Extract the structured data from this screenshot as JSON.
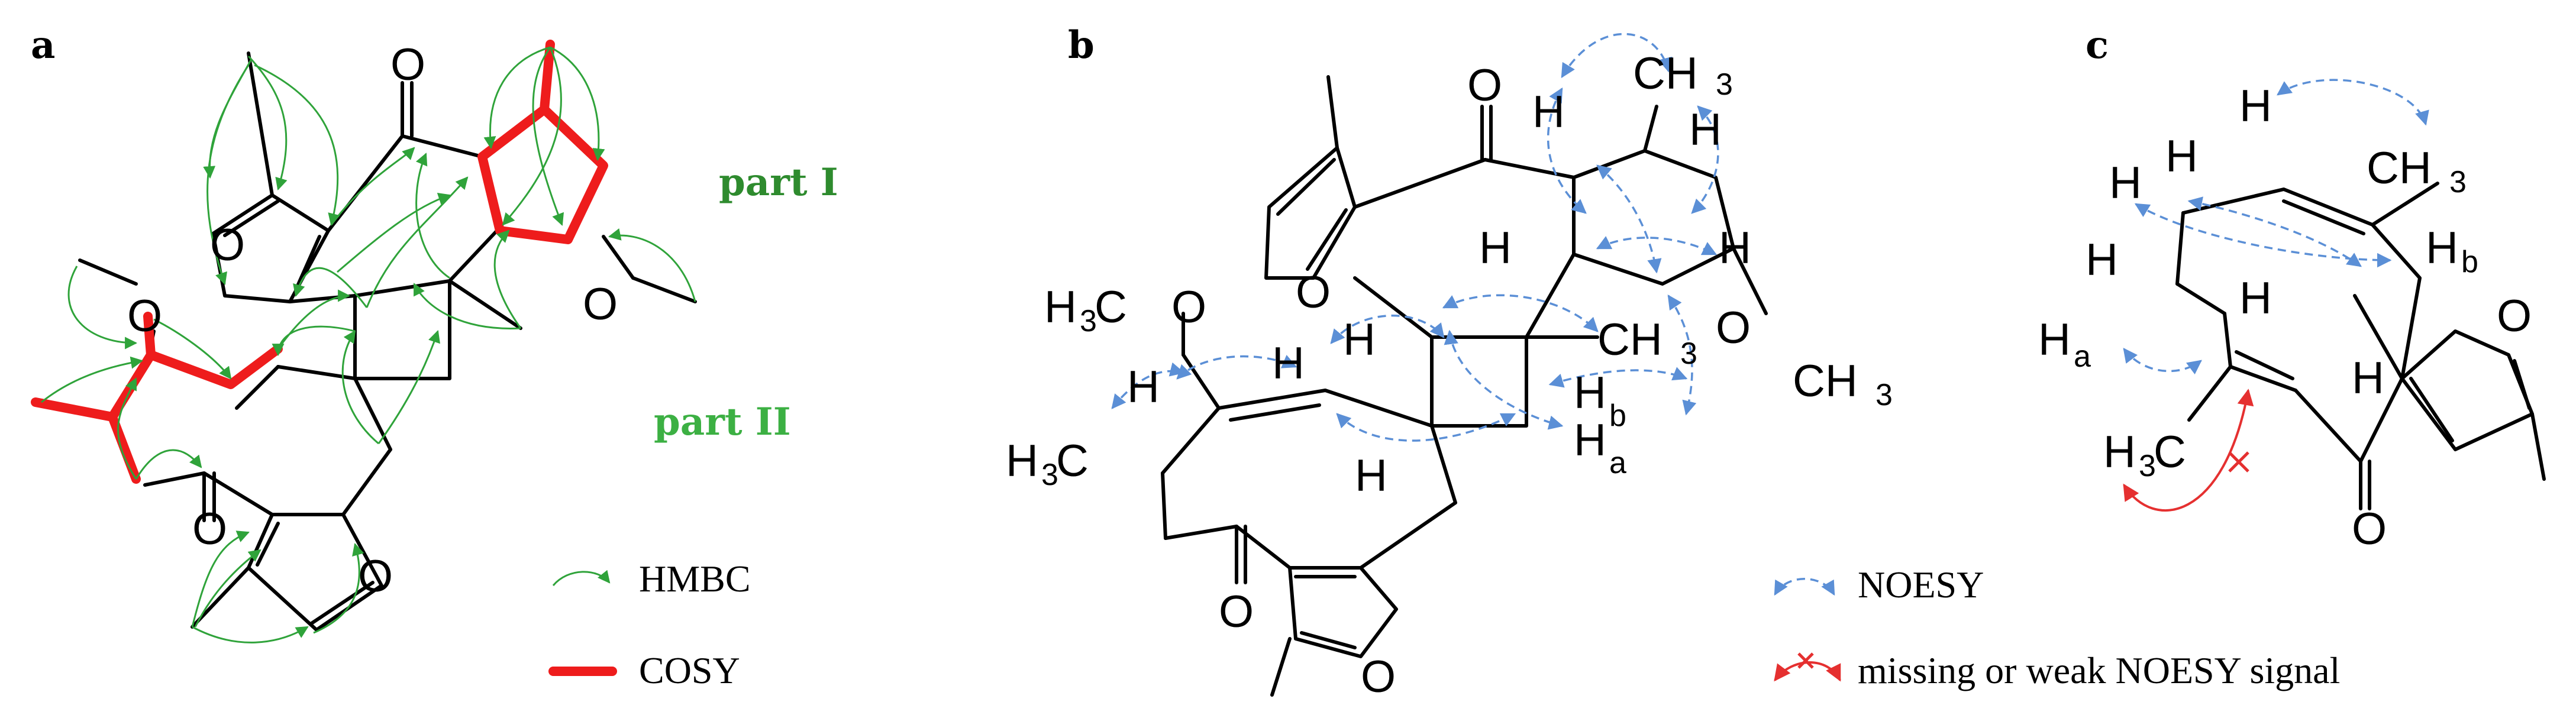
{
  "panels": {
    "a": {
      "letter": "a",
      "part1_label": "part I",
      "part2_label": "part II",
      "part1_color": "#2e8b2e",
      "part2_color": "#3cb043",
      "legend": [
        {
          "label": "HMBC",
          "color": "#2fa33a"
        },
        {
          "label": "COSY",
          "color": "#ee1c1c"
        }
      ]
    },
    "b": {
      "letter": "b",
      "legend": [
        {
          "label": "NOESY",
          "color": "#5b8fd6"
        }
      ]
    },
    "c": {
      "letter": "c",
      "legend": [
        {
          "label": "missing or weak NOESY signal",
          "color": "#e53030"
        }
      ]
    }
  },
  "atoms": {
    "O": "O",
    "H": "H",
    "CH": "CH",
    "H3C": "H",
    "num3": "3",
    "sub_b": "b",
    "sub_a": "a"
  }
}
